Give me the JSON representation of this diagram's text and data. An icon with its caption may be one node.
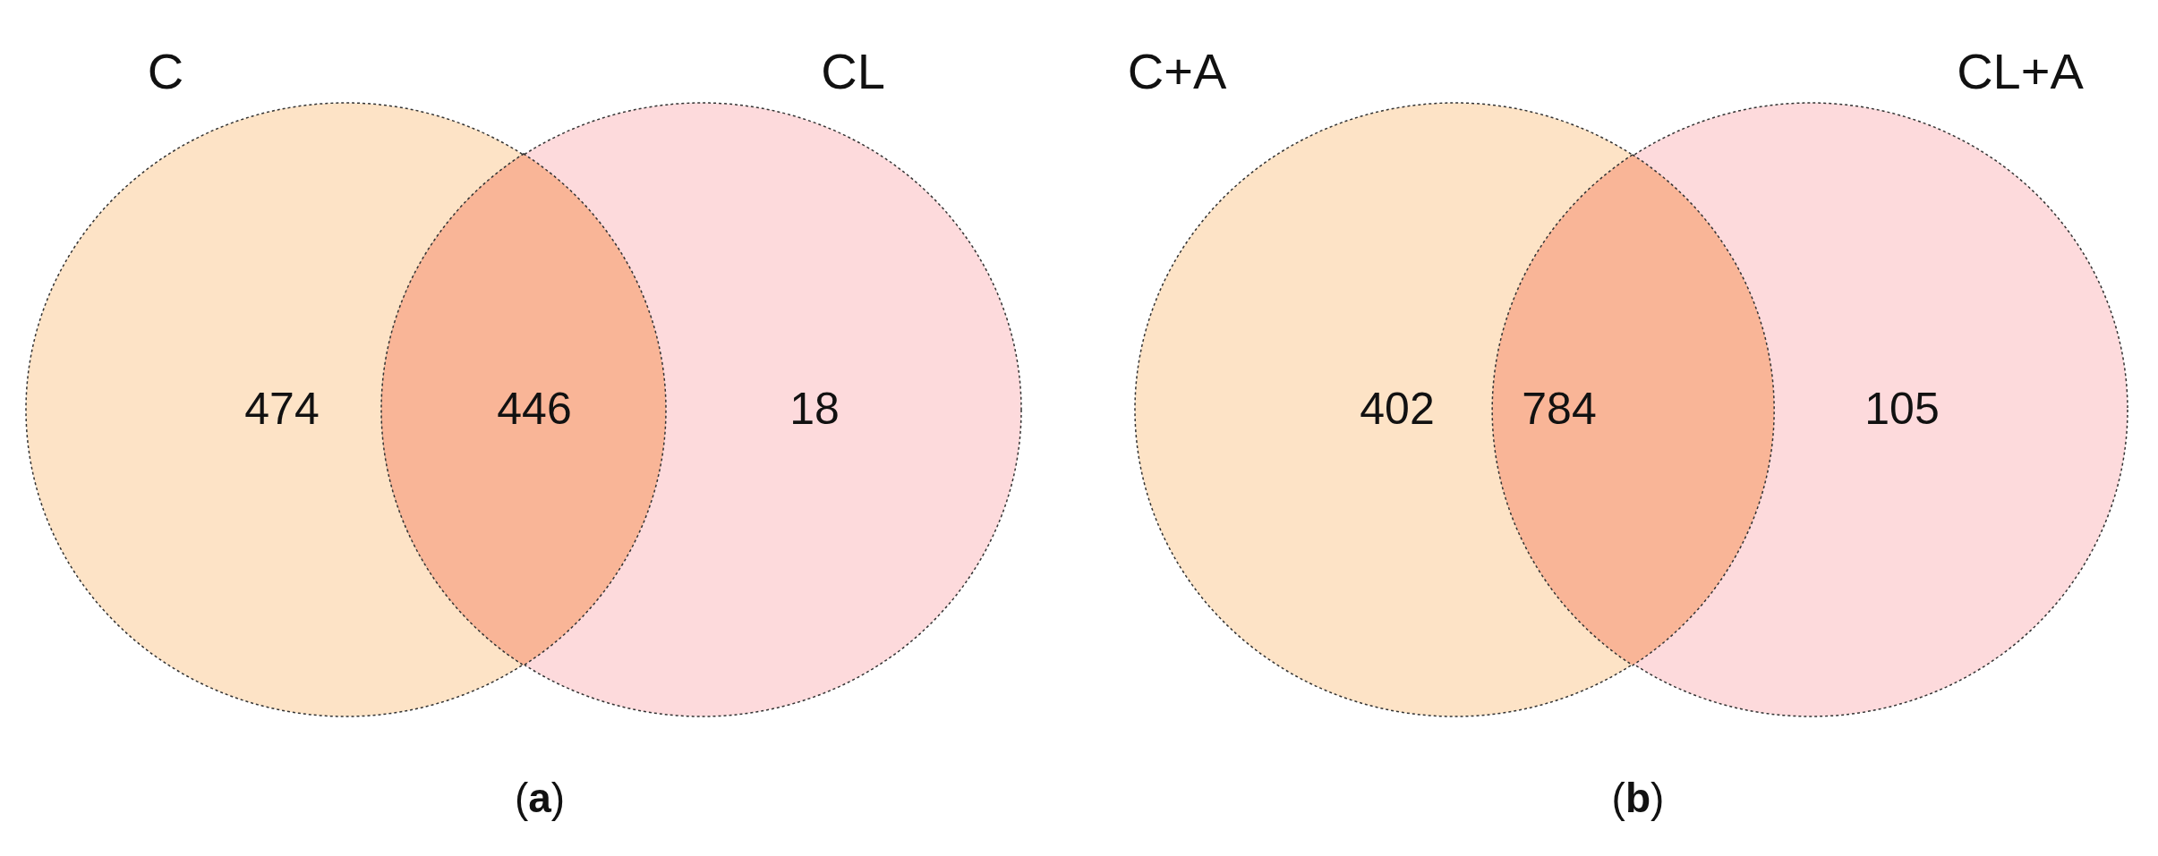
{
  "diagram": {
    "nodes": [
      {
        "text": [
          "C",
          "474"
        ]
      },
      {
        "text": [
          "CL",
          "18"
        ]
      },
      {
        "text": [
          "446"
        ]
      },
      {
        "text": [
          "C+A",
          "402"
        ]
      },
      {
        "text": [
          "CL+A",
          "105"
        ]
      },
      {
        "text": [
          "784"
        ]
      }
    ],
    "labels": [
      "(**a**)",
      "(**b**)"
    ]
  }
}
